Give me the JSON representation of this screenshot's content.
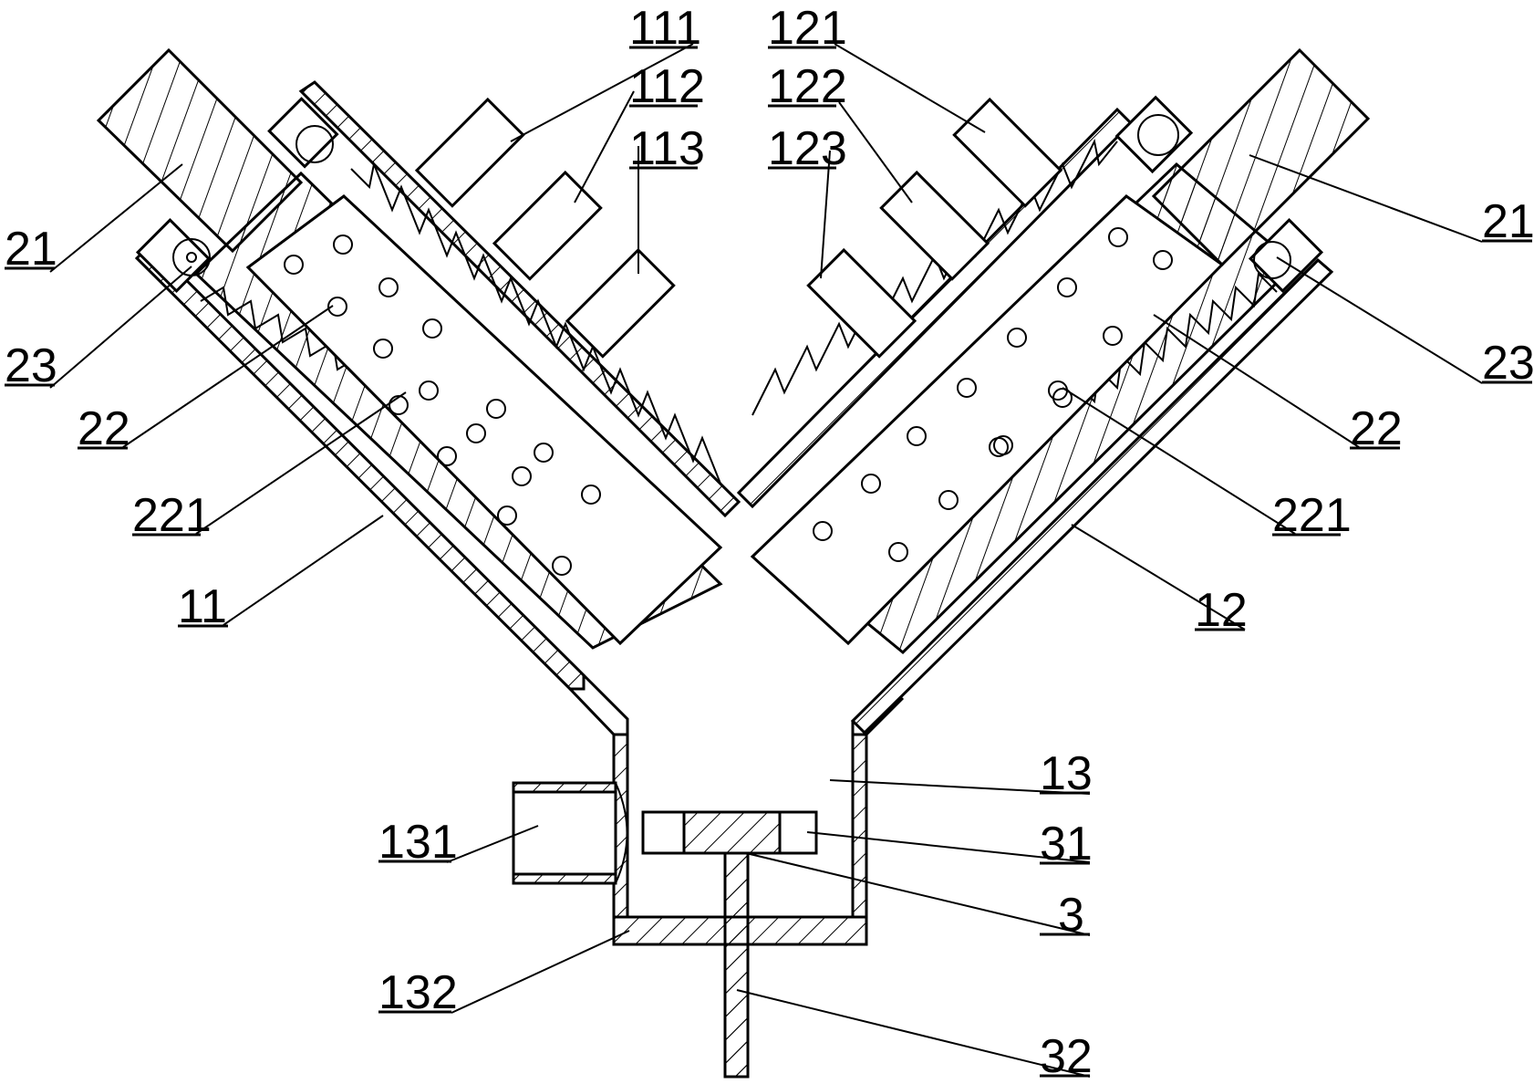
{
  "figure": {
    "labels": {
      "l111": "111",
      "l112": "112",
      "l113": "113",
      "l121": "121",
      "l122": "122",
      "l123": "123",
      "l21_left": "21",
      "l21_right": "21",
      "l23_left": "23",
      "l23_right": "23",
      "l22_left": "22",
      "l22_right": "22",
      "l221_left": "221",
      "l221_right": "221",
      "l11": "11",
      "l12": "12",
      "l13": "13",
      "l131": "131",
      "l31": "31",
      "l3": "3",
      "l132": "132",
      "l32": "32"
    }
  }
}
